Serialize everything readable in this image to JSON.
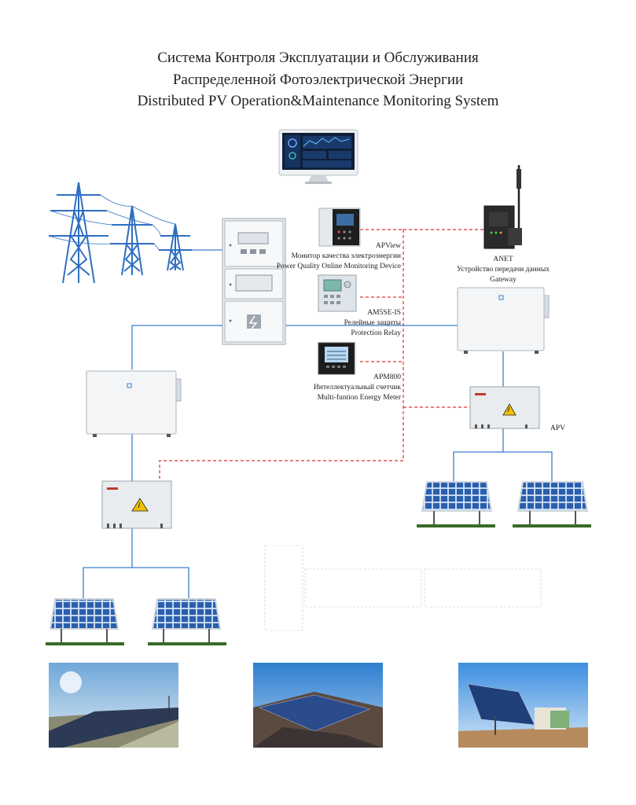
{
  "title": {
    "line1": "Система Контроля Эксплуатации и Обслуживания",
    "line2": "Распределенной Фотоэлектрической Энергии",
    "line3": "Distributed PV Operation&Maintenance Monitoring System"
  },
  "devices": {
    "apview": {
      "name": "APView",
      "ru": "Монитор качества электроэнергии",
      "en": "Power Quality Online Monitoring Device"
    },
    "am5se": {
      "name": "AM5SE-IS",
      "ru": "Релейные защиты",
      "en": "Protection Relay"
    },
    "apm800": {
      "name": "APM800",
      "ru": "Интеллектуальный счетчик",
      "en": "Multi-funtion Energy Meter"
    },
    "anet": {
      "name": "ANET",
      "ru": "Устройство передачи данных",
      "en": "Gateway"
    },
    "apv": {
      "name": "APV"
    }
  },
  "colors": {
    "power_line": "#3b7fd0",
    "comm_line": "#e03030",
    "tower": "#2f6fc0",
    "panel_cell": "#2a5fae",
    "cabinet": "#eef1f4"
  }
}
